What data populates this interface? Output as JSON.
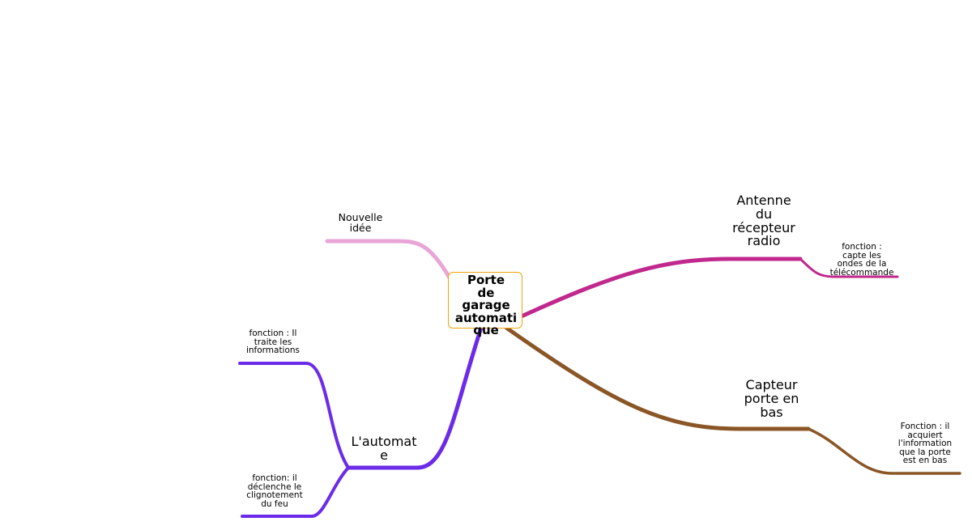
{
  "center": {
    "label": "Porte\nde\ngarage\nautomati\nque",
    "border_color": "#f0a30a"
  },
  "branches": [
    {
      "id": "nouvelle",
      "label": "Nouvelle\nidée",
      "color": "#e8a5d6"
    },
    {
      "id": "antenne",
      "label": "Antenne\ndu\nrécepteur\nradio",
      "color": "#c0288e",
      "sub": {
        "label": "fonction  :\ncapte  les\nondes  de  la\ntélécommande"
      }
    },
    {
      "id": "capteur",
      "label": "Capteur\nporte  en\nbas",
      "color": "#8b5626",
      "sub": {
        "label": "Fonction  :  il\nacquiert\nl'information\nque  la  porte\nest  en  bas"
      }
    },
    {
      "id": "automate",
      "label": "L'automat\ne",
      "color": "#6c2be8",
      "subs": [
        {
          "label": "fonction  :  Il\ntraite  les\ninformations"
        },
        {
          "label": "fonction:  il\ndéclenche  le\nclignotement\ndu  feu"
        }
      ]
    }
  ]
}
